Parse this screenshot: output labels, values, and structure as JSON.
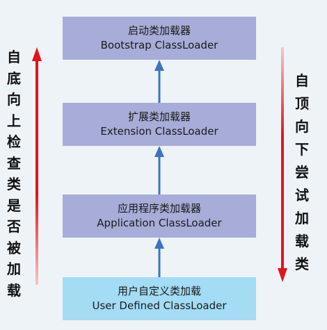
{
  "boxes": {
    "bootstrap": {
      "cn": "启动类加载器",
      "en": "Bootstrap ClassLoader"
    },
    "extension": {
      "cn": "扩展类加载器",
      "en": "Extension ClassLoader"
    },
    "application": {
      "cn": "应用程序类加载器",
      "en": "Application ClassLoader"
    },
    "user": {
      "cn": "用户自定义类加载",
      "en": "User Defined ClassLoader"
    }
  },
  "left_label": [
    "自",
    "底",
    "向",
    "上",
    "检",
    "查",
    "类",
    "是",
    "否",
    "被",
    "加",
    "载"
  ],
  "right_label": [
    "自",
    "顶",
    "向",
    "下",
    "尝",
    "试",
    "加",
    "载",
    "类"
  ],
  "colors": {
    "parent_box": "#a7acd8",
    "user_box": "#a3dcf4",
    "connector_arrow": "#3f72c4",
    "direction_arrow": "#e0141b"
  }
}
